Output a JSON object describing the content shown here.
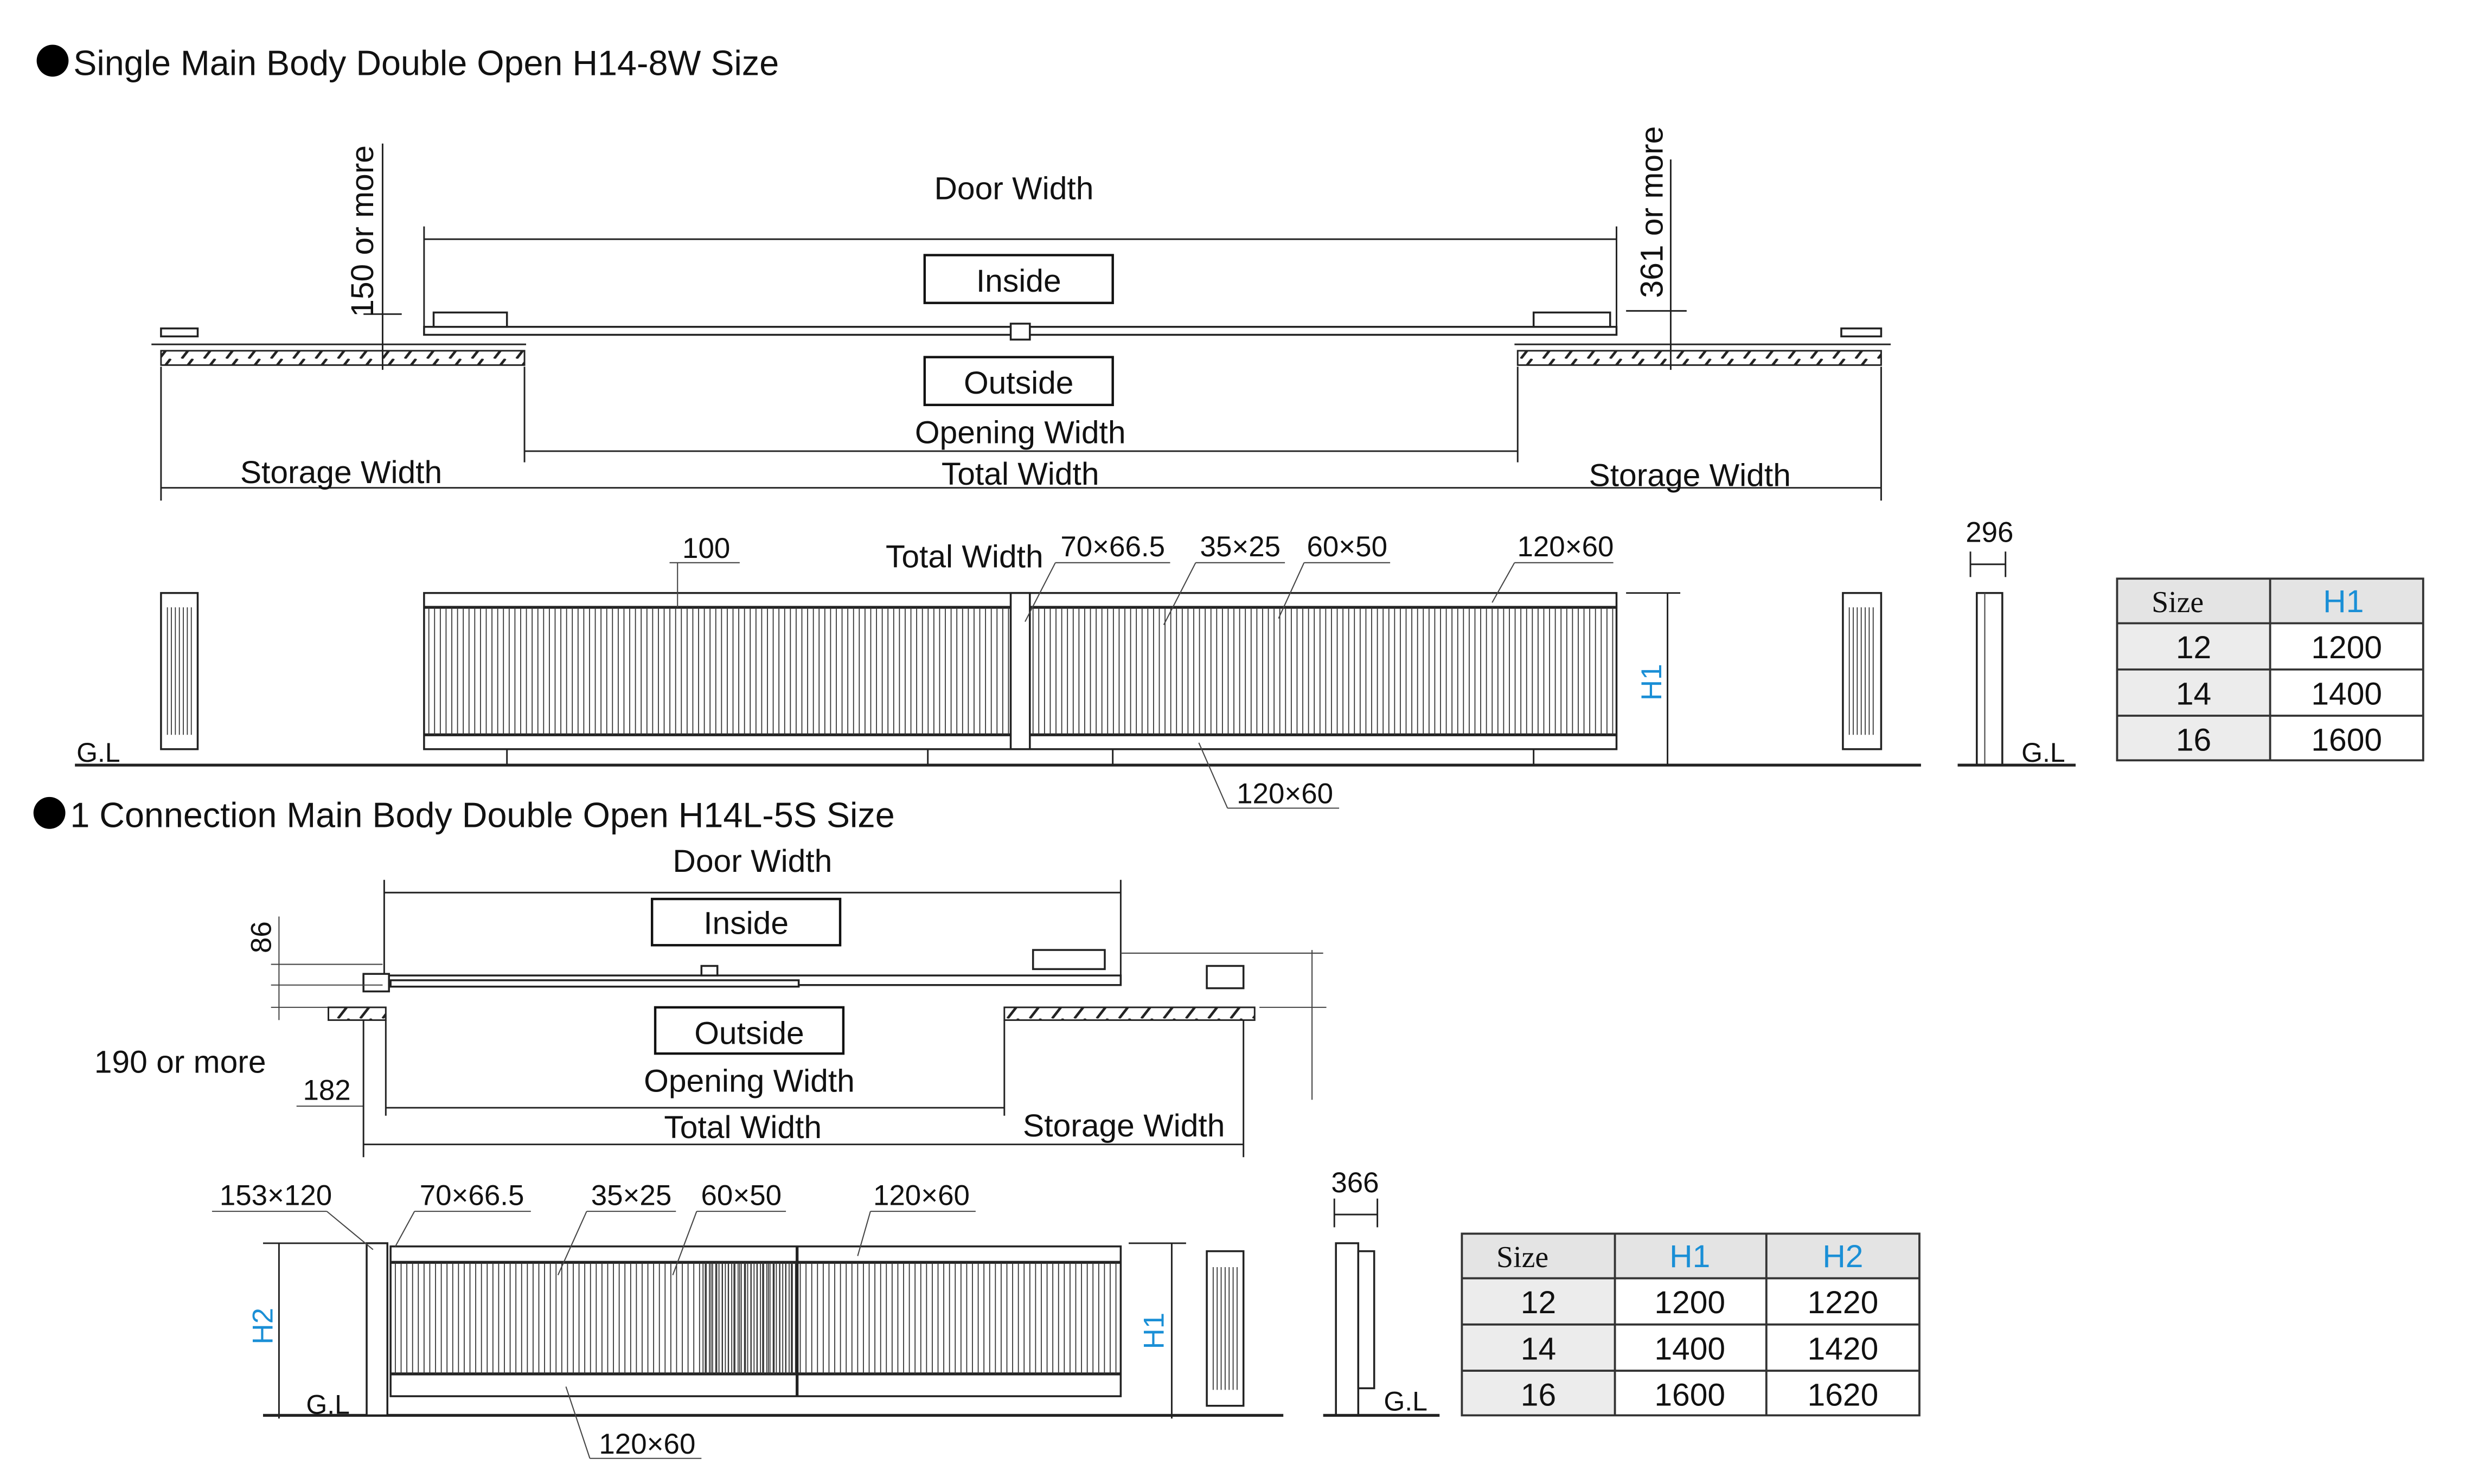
{
  "section1": {
    "title": "Single Main Body Double Open H14-8W Size",
    "plan": {
      "door_width": "Door Width",
      "inside": "Inside",
      "outside": "Outside",
      "opening_width": "Opening Width",
      "total_width": "Total Width",
      "storage_width_left": "Storage Width",
      "storage_width_right": "Storage Width",
      "clearance_left": "150 or more",
      "clearance_right": "361 or more"
    },
    "elevation": {
      "dim_100": "100",
      "total_width": "Total Width",
      "post": "70×66.5",
      "slat": "35×25",
      "frame": "60×50",
      "top_rail": "120×60",
      "bottom_rail": "120×60",
      "h1": "H1",
      "gl": "G.L"
    },
    "side": {
      "depth": "296",
      "gl": "G.L"
    },
    "table": {
      "headers": [
        "Size",
        "H1"
      ],
      "rows": [
        [
          "12",
          "1200"
        ],
        [
          "14",
          "1400"
        ],
        [
          "16",
          "1600"
        ]
      ]
    }
  },
  "section2": {
    "title": "1 Connection Main Body Double Open H14L-5S Size",
    "plan": {
      "door_width": "Door Width",
      "inside": "Inside",
      "outside": "Outside",
      "opening_width": "Opening Width",
      "total_width": "Total Width",
      "storage_width": "Storage Width",
      "dim_86": "86",
      "clearance": "190 or more",
      "dim_182": "182"
    },
    "elevation": {
      "end_post": "153×120",
      "post": "70×66.5",
      "slat": "35×25",
      "frame": "60×50",
      "top_rail": "120×60",
      "bottom_rail": "120×60",
      "h1": "H1",
      "h2": "H2",
      "gl": "G.L"
    },
    "side": {
      "depth": "366",
      "gl": "G.L"
    },
    "table": {
      "headers": [
        "Size",
        "H1",
        "H2"
      ],
      "rows": [
        [
          "12",
          "1200",
          "1220"
        ],
        [
          "14",
          "1400",
          "1420"
        ],
        [
          "16",
          "1600",
          "1620"
        ]
      ]
    }
  },
  "colors": {
    "accent_blue": "#1a8fd6",
    "header_gray": "#e4e4e4"
  }
}
